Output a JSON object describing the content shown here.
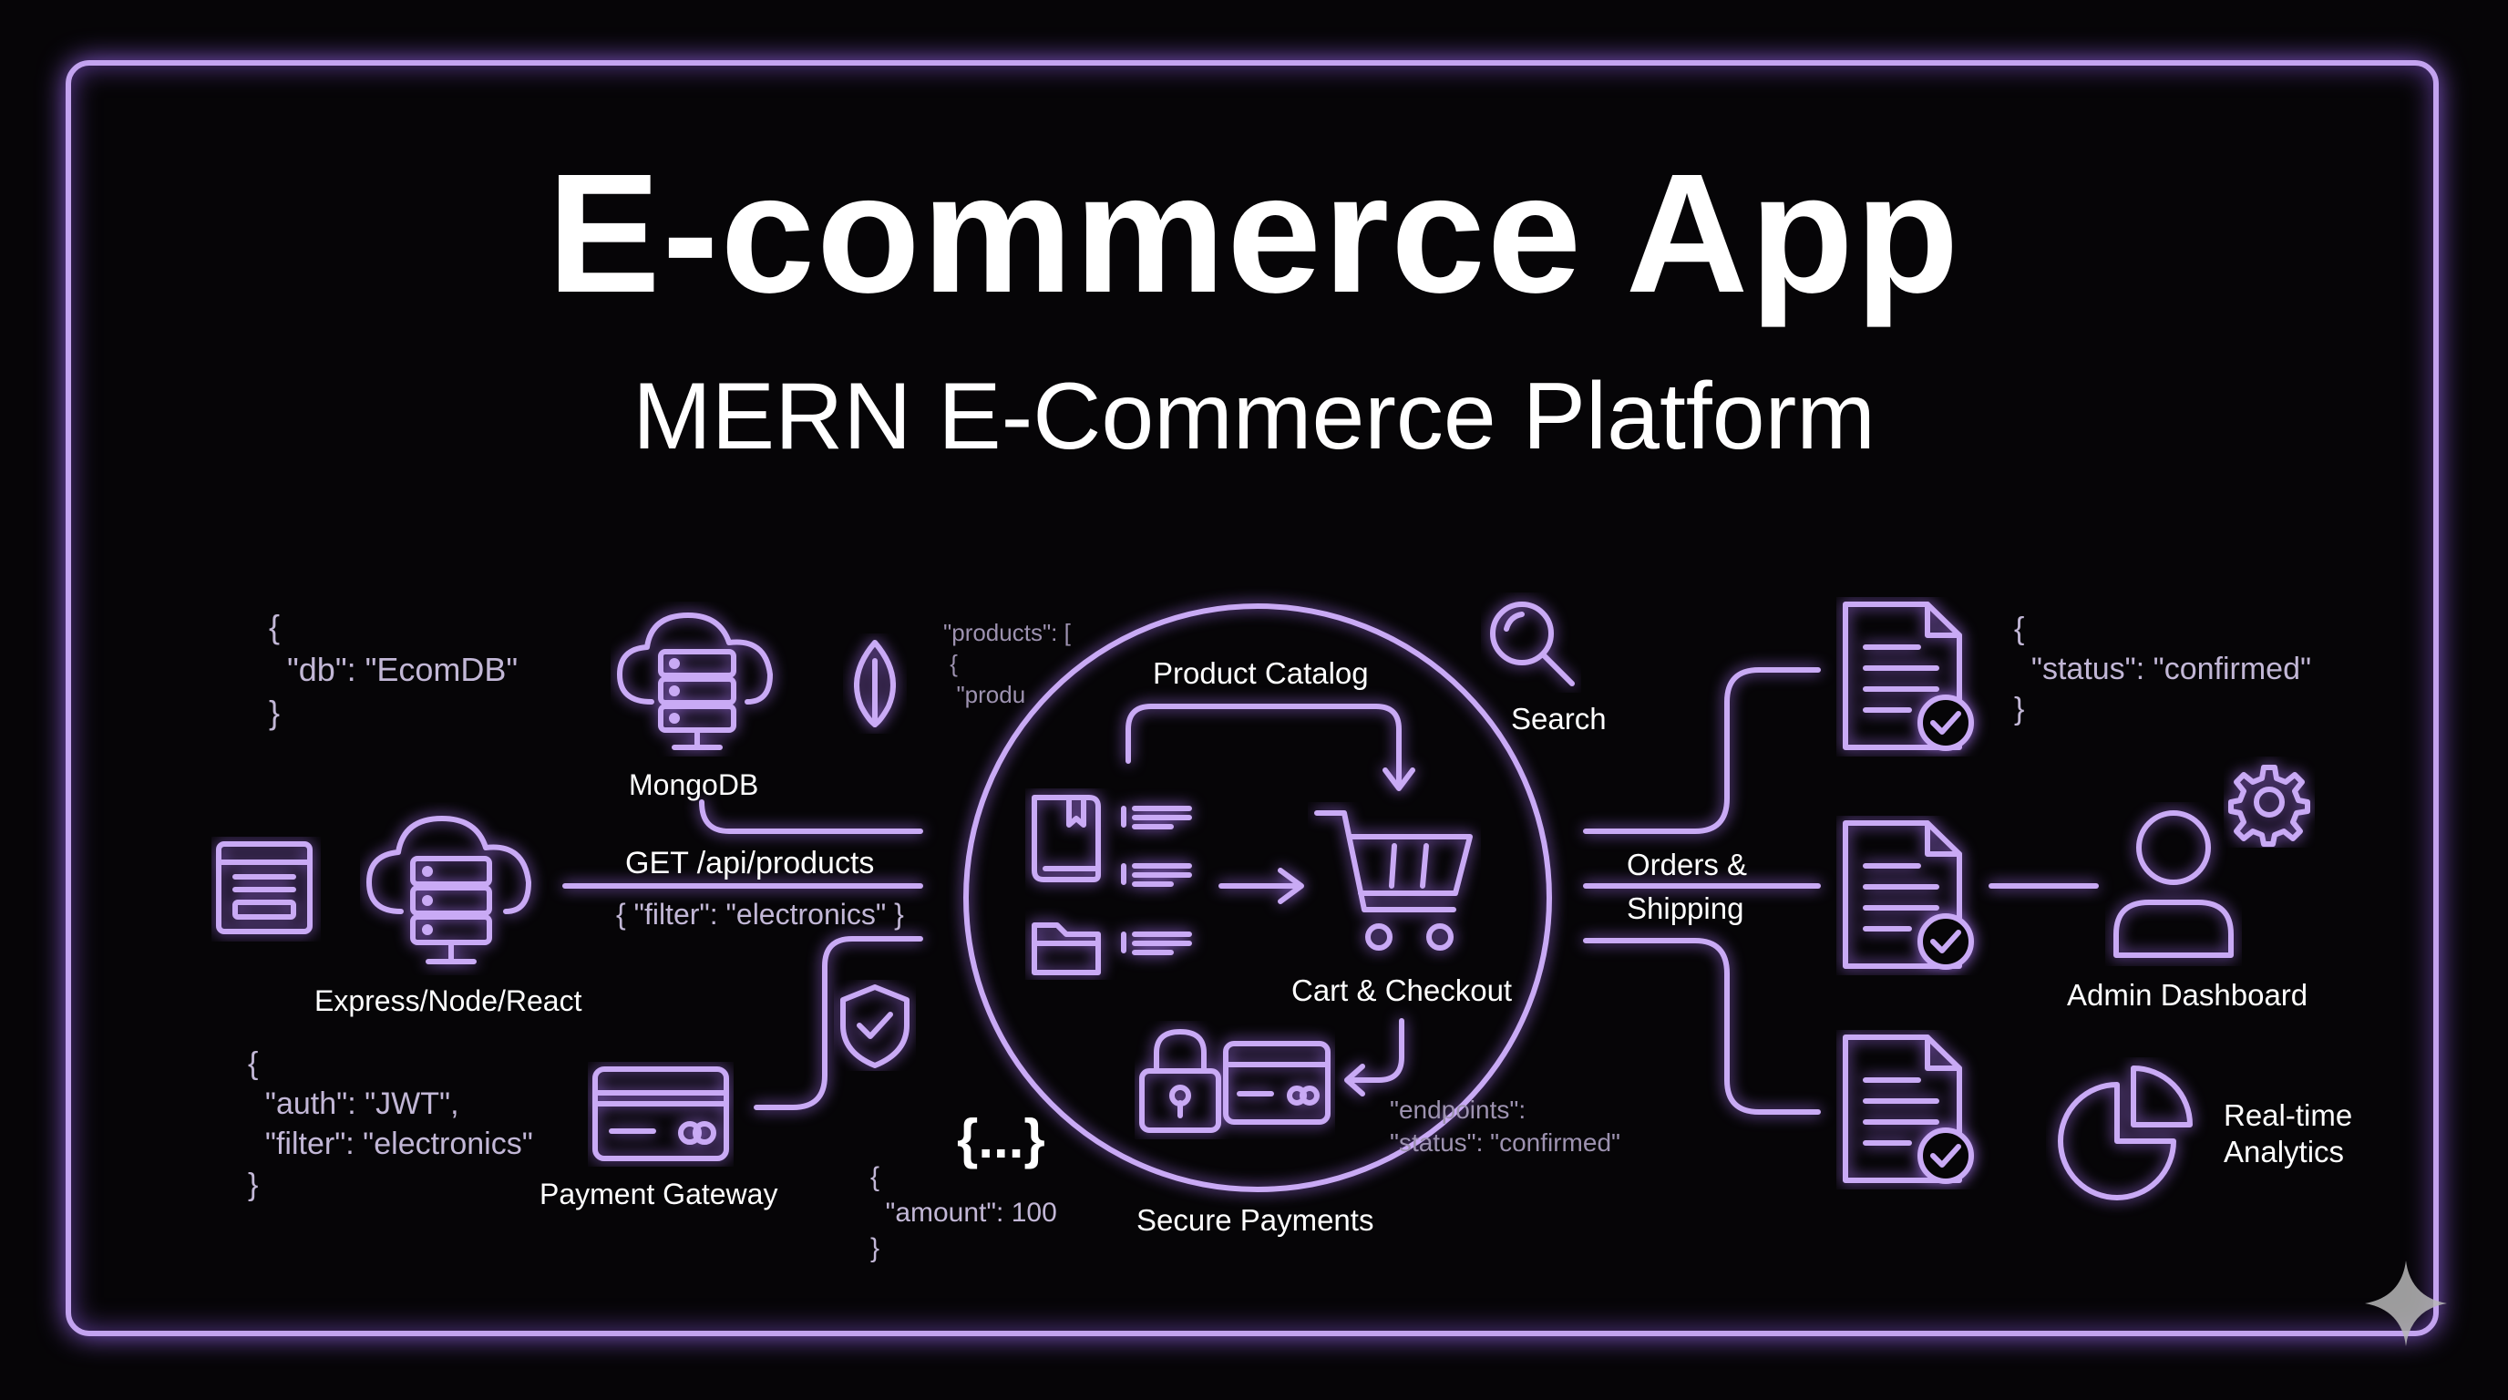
{
  "header": {
    "title": "E-commerce App",
    "subtitle": "MERN E-Commerce Platform"
  },
  "nodes": {
    "mongodb": "MongoDB",
    "express": "Express/Node/React",
    "payment_gateway": "Payment Gateway",
    "product_catalog": "Product Catalog",
    "search": "Search",
    "cart_checkout": "Cart & Checkout",
    "secure_payments": "Secure Payments",
    "orders_shipping_line1": "Orders &",
    "orders_shipping_line2": "Shipping",
    "admin_dashboard": "Admin Dashboard",
    "analytics_line1": "Real-time",
    "analytics_line2": "Analytics"
  },
  "edges": {
    "api_request": "GET /api/products",
    "api_filter": "{ \"filter\": \"electronics\" }"
  },
  "code": {
    "db": "{\n  \"db\": \"EcomDB\"\n}",
    "auth": "{\n  \"auth\": \"JWT\",\n  \"filter\": \"electronics\"\n}",
    "amount": "{\n  \"amount\": 100\n}",
    "braces": "{...}",
    "status": "{\n  \"status\": \"confirmed\"\n}",
    "products_snippet": "\"products\": [\n {\n  \"produ",
    "endpoints_snippet": "\"endpoints\":\n\"status\": \"confirmed\""
  },
  "icons": [
    "cloud-server-icon",
    "leaf-icon",
    "browser-window-icon",
    "shield-check-icon",
    "credit-card-icon",
    "catalog-book-icon",
    "folder-icon",
    "shopping-cart-icon",
    "padlock-icon",
    "magnifier-icon",
    "document-check-icon",
    "user-icon",
    "gear-icon",
    "pie-chart-icon",
    "sparkle-icon"
  ],
  "colors": {
    "accent": "#c9aaf5",
    "glow": "#9a6be0",
    "background": "#060507"
  }
}
